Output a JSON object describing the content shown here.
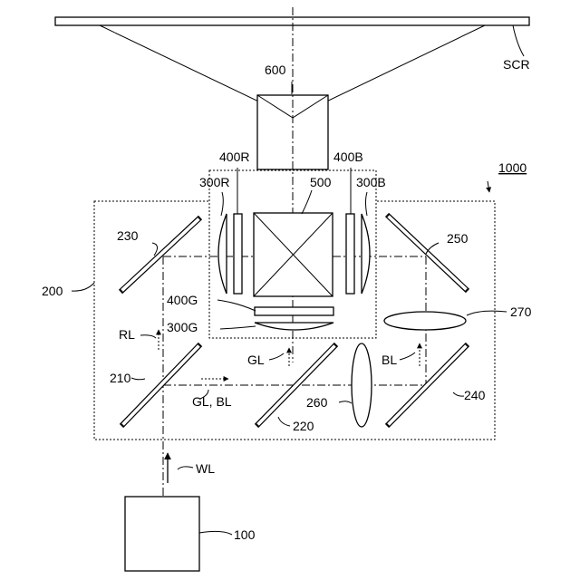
{
  "labels": {
    "scr": "SCR",
    "projection_lens": "600",
    "red_panel": "400R",
    "blue_panel": "400B",
    "red_lens": "300R",
    "blue_lens": "300B",
    "prism": "500",
    "apparatus": "1000",
    "mirror_230": "230",
    "mirror_250": "250",
    "separation_system": "200",
    "green_panel": "400G",
    "green_lens": "300G",
    "lens_270": "270",
    "red_light": "RL",
    "green_light": "GL",
    "blue_light": "BL",
    "mirror_210": "210",
    "green_blue_light": "GL, BL",
    "lens_260": "260",
    "mirror_240": "240",
    "mirror_220": "220",
    "white_light": "WL",
    "light_source": "100"
  }
}
